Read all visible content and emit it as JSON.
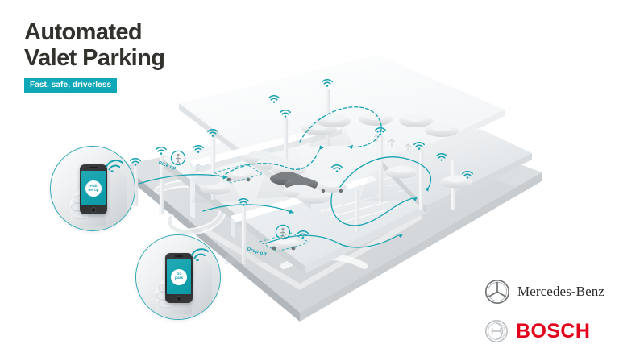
{
  "page": {
    "background_color": "#ffffff",
    "accent_color": "#10a8b8",
    "title_color": "#33312e"
  },
  "headline": {
    "line1": "Automated",
    "line2": "Valet Parking",
    "badge": "Fast, safe, driverless"
  },
  "callouts": [
    {
      "id": "pick-me-up",
      "app_label_line1": "Pick",
      "app_label_line2": "me up",
      "icon": "wifi-icon"
    },
    {
      "id": "go-park",
      "app_label_line1": "Go",
      "app_label_line2": "park",
      "icon": "wifi-icon"
    }
  ],
  "scene": {
    "labels": [
      {
        "id": "pick-up",
        "text": "Pick up"
      },
      {
        "id": "drop-off",
        "text": "Drop off"
      }
    ],
    "icon_names": [
      "wifi-icon",
      "route-arrow-icon",
      "pedestrian-marker-icon",
      "parking-pole-icon",
      "car-icon"
    ],
    "colors": {
      "deck": "#eef1f3",
      "base": "#c6cacd",
      "route": "#19a3b0",
      "car": "#e6e9eb"
    }
  },
  "logos": {
    "mercedes": {
      "name": "Mercedes-Benz",
      "icon": "mercedes-star-icon"
    },
    "bosch": {
      "name": "BOSCH",
      "icon": "bosch-emblem-icon"
    }
  }
}
